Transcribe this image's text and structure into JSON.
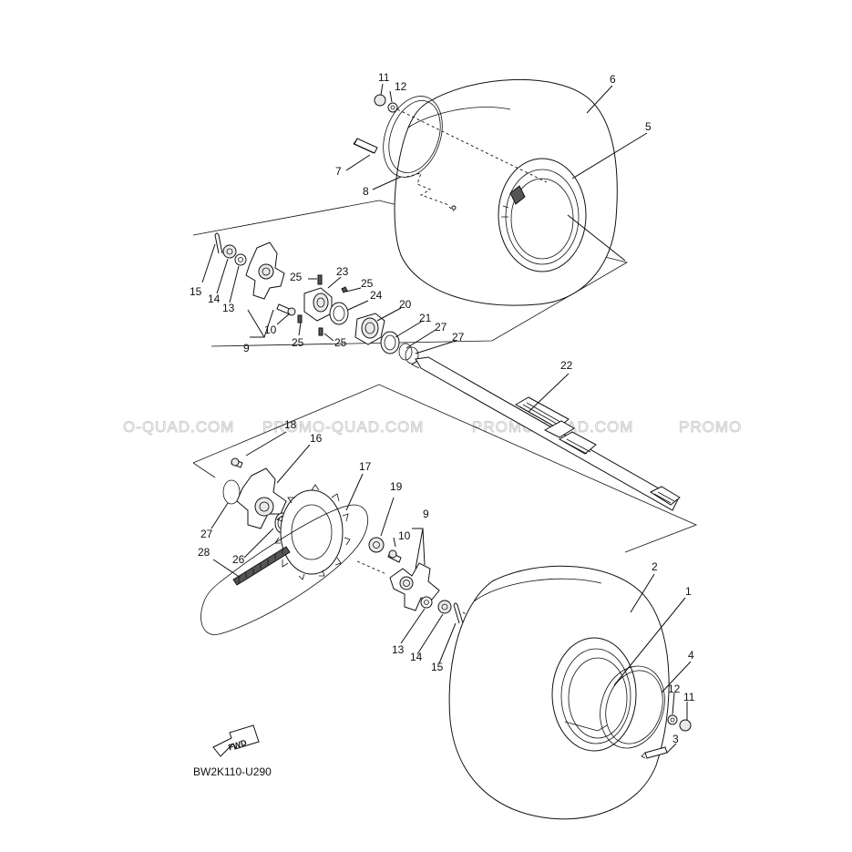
{
  "watermark": {
    "segments": [
      "O-QUAD.COM",
      "PROMO-QUAD.COM",
      "PROMO-QUAD.COM",
      "PROMO"
    ]
  },
  "diagram_code": "BW2K110-U290",
  "fwd_label": "FWD",
  "callouts": {
    "p1": "1",
    "p2": "2",
    "p3": "3",
    "p4": "4",
    "p5": "5",
    "p6": "6",
    "p7": "7",
    "p8": "8",
    "p9_top": "9",
    "p9_bottom": "9",
    "p10_top": "10",
    "p10_bottom": "10",
    "p11_top": "11",
    "p11_bottom": "11",
    "p12_top": "12",
    "p12_bottom": "12",
    "p13_top": "13",
    "p13_bottom": "13",
    "p14_top": "14",
    "p14_bottom": "14",
    "p15_top": "15",
    "p15_bottom": "15",
    "p16": "16",
    "p17": "17",
    "p18": "18",
    "p19": "19",
    "p20": "20",
    "p21": "21",
    "p22": "22",
    "p23": "23",
    "p24": "24",
    "p25_a": "25",
    "p25_b": "25",
    "p25_c": "25",
    "p25_d": "25",
    "p26": "26",
    "p27_a": "27",
    "p27_b": "27",
    "p27_c": "27",
    "p28": "28"
  }
}
